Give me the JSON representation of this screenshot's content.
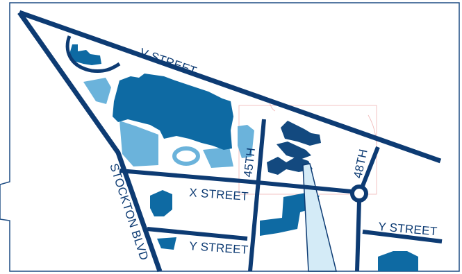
{
  "map": {
    "colors": {
      "frame": "#1d4c83",
      "road": "#0d3b73",
      "building_primary": "#0e6aa3",
      "building_light": "#6bb3db",
      "building_dark": "#13497f",
      "pointer_fill": "#d4ebf7",
      "label": "#0d3b73"
    },
    "street_labels": {
      "v_street": "V STREET",
      "x_street": "X STREET",
      "y_street_left": "Y STREET",
      "y_street_right": "Y STREET",
      "stockton_blvd": "STOCKTON BLVD",
      "street_45th": "45TH",
      "street_48th": "48TH"
    }
  }
}
